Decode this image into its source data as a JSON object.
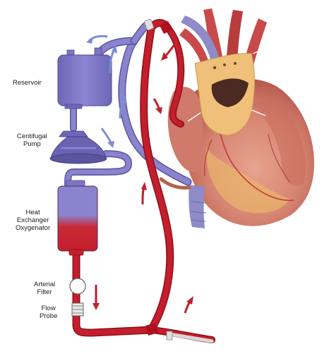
{
  "labels": {
    "reservoir": "Reservoir",
    "pump": [
      "Centifugal",
      "Pump"
    ],
    "oxygenator": [
      "Heat",
      "Exchanger",
      "Oxygenator"
    ],
    "filter": [
      "Arterial",
      "Filter"
    ],
    "probe": [
      "Flow",
      "Probe"
    ]
  },
  "colors": {
    "venous": "#7d76c4",
    "venous_dark": "#5b549f",
    "arterial": "#c41e2c",
    "arterial_dark": "#8e1019",
    "heart": "#d98d7c",
    "aorta": "#f2c27a",
    "arrow_blue": "#7a8fd1",
    "arrow_red": "#c41e2c"
  }
}
